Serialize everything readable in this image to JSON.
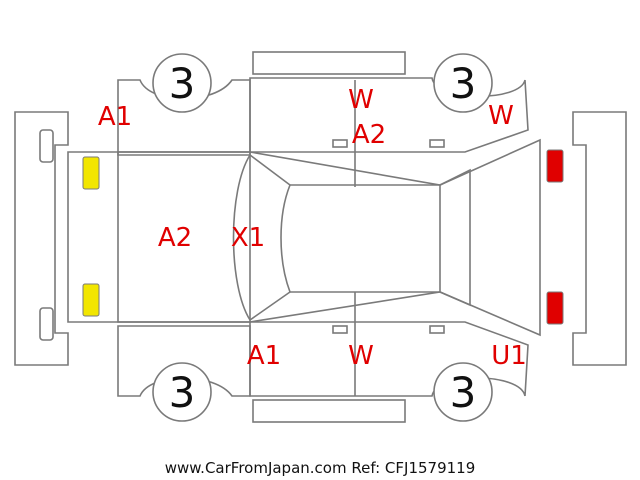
{
  "tires": {
    "front_left": "3",
    "rear_left": "3",
    "front_right": "3",
    "rear_right": "3"
  },
  "damage": {
    "front_left_fender": "A1",
    "front_left_door_w": "W",
    "front_left_door_a": "A2",
    "rear_left_fender": "W",
    "hood": "A2",
    "windshield": "X1",
    "front_right_fender": "A1",
    "right_door": "W",
    "rear_right_fender": "U1"
  },
  "lights": {
    "front": "#f2e600",
    "rear": "#e00000"
  },
  "footer": {
    "source": "www.CarFromJapan.com",
    "ref": "Ref: CFJ1579119"
  }
}
